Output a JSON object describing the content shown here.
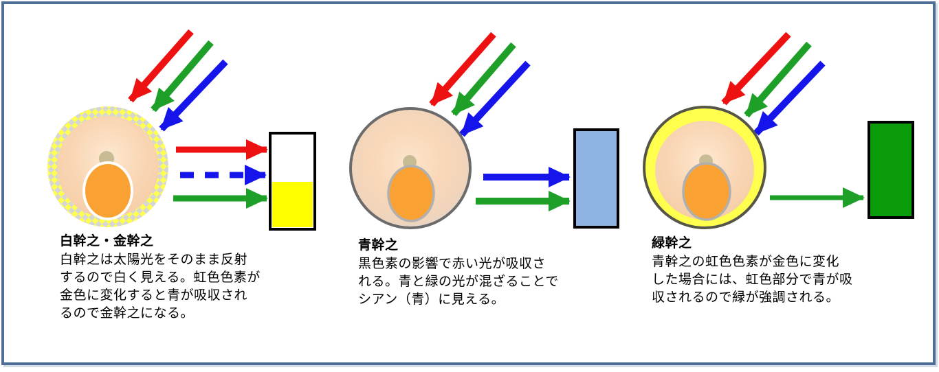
{
  "frame": {
    "border_color": "#4f6e96",
    "background": "#ffffff"
  },
  "colors": {
    "red": "#ee1111",
    "green": "#1ea028",
    "blue": "#1414eb",
    "black": "#000000",
    "white": "#ffffff",
    "yellow_box": "#ffff00",
    "light_blue_box": "#8eb4e3",
    "green_box": "#0a9b0a",
    "checker_yellow": "#ffff4f",
    "checker_gray": "#d6d6d6",
    "yellow_ring": "#ffff4d",
    "circle_border_gray": "#6b6b6b",
    "circle_border_dark": "#565648",
    "yolk_orange": "#f9a233",
    "yolk_ring_gray": "#b0b0b0",
    "peach": "#f9d6b4",
    "droplet_tan": "#c7bc93"
  },
  "panels": [
    {
      "title": "白幹之・金幹之",
      "body_lines": [
        "白幹之は太陽光をそのまま反射",
        "するので白く見える。虹色色素が",
        "金色に変化すると青が吸収され",
        "るので金幹之になる。"
      ],
      "incident_light": [
        "red",
        "green",
        "blue"
      ],
      "reflected_light": [
        "red solid",
        "blue dashed",
        "green solid"
      ],
      "result_swatch": [
        "white",
        "yellow"
      ]
    },
    {
      "title": "青幹之",
      "body_lines": [
        "黒色素の影響で赤い光が吸収さ",
        "れる。青と緑の光が混ざることで",
        "シアン（青）に見える。"
      ],
      "incident_light": [
        "red",
        "green",
        "blue"
      ],
      "reflected_light": [
        "blue solid",
        "green solid"
      ],
      "result_swatch": [
        "light-blue"
      ]
    },
    {
      "title": "緑幹之",
      "body_lines": [
        "青幹之の虹色色素が金色に変化",
        "した場合には、虹色部分で青が吸",
        "収されるので緑が強調される。"
      ],
      "incident_light": [
        "red",
        "green",
        "blue"
      ],
      "reflected_light": [
        "green solid"
      ],
      "result_swatch": [
        "green"
      ]
    }
  ]
}
